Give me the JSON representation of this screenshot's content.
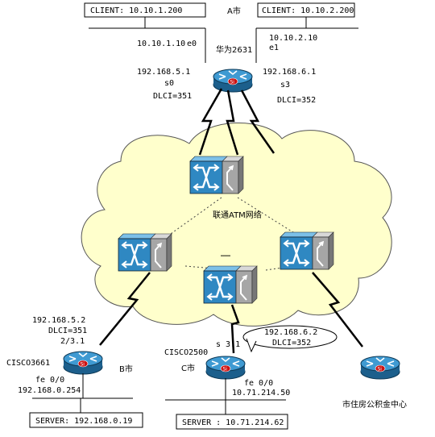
{
  "site_a": {
    "city": "A市",
    "client1": "CLIENT: 10.10.1.200",
    "client2": "CLIENT: 10.10.2.200",
    "e0_ip": "10.10.1.10",
    "e0": "e0",
    "e1_ip": "10.10.2.10",
    "e1": "e1",
    "router_model": "华为2631",
    "s0_ip": "192.168.5.1",
    "s0": "s0",
    "s0_dlci": "DLCI=351",
    "s3_ip": "192.168.6.1",
    "s3": "s3",
    "s3_dlci": "DLCI=352"
  },
  "network": {
    "cloud_label": "联通ATM网络",
    "ellipsis": "……"
  },
  "site_b": {
    "ip": "192.168.5.2",
    "dlci": "DLCI=351",
    "interface": "2/3.1",
    "router_model": "CISCO3661",
    "city": "B市",
    "fe": "fe 0/0",
    "fe_ip": "192.168.0.254",
    "server": "SERVER: 192.168.0.19"
  },
  "site_c": {
    "router_model": "CISCO2500",
    "interface": "s 3.1",
    "callout_ip": "192.168.6.2",
    "callout_dlci": "DLCI=352",
    "city": "C市",
    "fe": "fe 0/0",
    "fe_ip": "10.71.214.50",
    "server": "SERVER : 10.71.214.62"
  },
  "site_d": {
    "label": "市住房公积金中心"
  },
  "colors": {
    "router_body": "#2a86c0",
    "switch_blue": "#3a8fc6",
    "switch_gray": "#9a9a9a",
    "cloud_fill": "#ffffcc",
    "router_badge": "#cc1111"
  }
}
